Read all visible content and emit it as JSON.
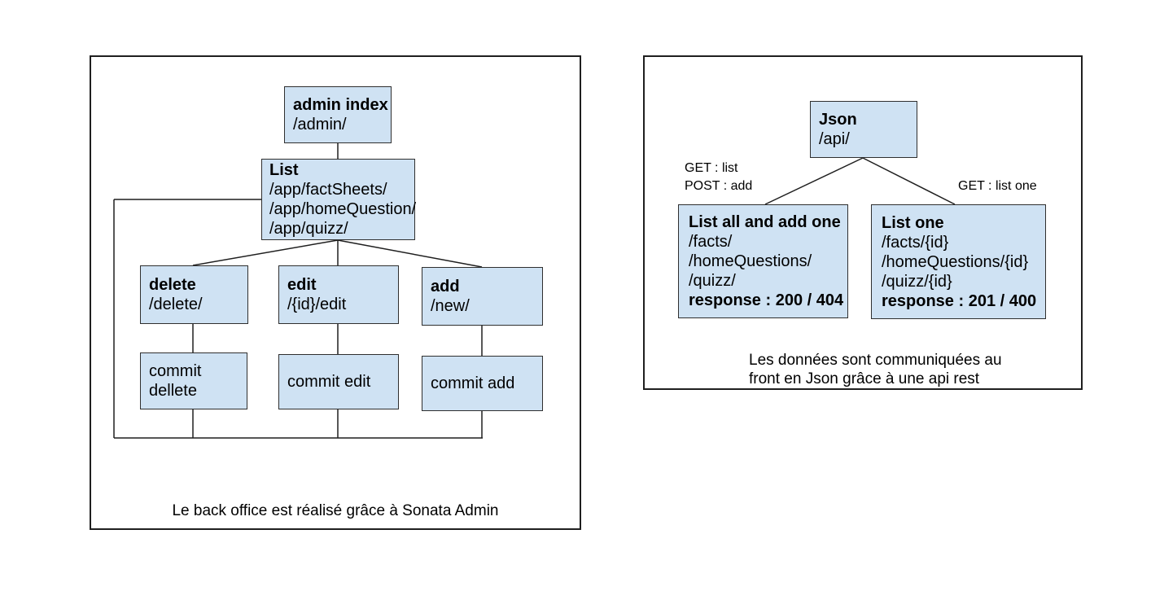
{
  "colors": {
    "node_fill": "#cfe2f3",
    "node_border": "#2f2f2f",
    "connector_line": "#1f1f1f",
    "panel_border": "#1f1f1f",
    "text": "#000000"
  },
  "left_diagram": {
    "caption": "Le back office est réalisé grâce à Sonata Admin",
    "nodes": {
      "admin_index": {
        "title": "admin index",
        "line1": "/admin/"
      },
      "list": {
        "title": "List",
        "line1": "/app/factSheets/",
        "line2": "/app/homeQuestion/",
        "line3": "/app/quizz/"
      },
      "delete": {
        "title": "delete",
        "line1": "/delete/"
      },
      "edit": {
        "title": "edit",
        "line1": "/{id}/edit"
      },
      "add": {
        "title": "add",
        "line1": "/new/"
      },
      "commit_delete": {
        "text": "commit\ndellete"
      },
      "commit_edit": {
        "text": "commit edit"
      },
      "commit_add": {
        "text": "commit add"
      }
    }
  },
  "right_diagram": {
    "caption": "Les données sont communiquées au\nfront en Json grâce à une api rest",
    "edge_labels": {
      "left": "GET : list\nPOST : add",
      "right": "GET : list one"
    },
    "nodes": {
      "json": {
        "title": "Json",
        "line1": "/api/"
      },
      "list_all": {
        "title": "List all and add one",
        "line1": "/facts/",
        "line2": "/homeQuestions/",
        "line3": "/quizz/",
        "response": "response : 200 / 404"
      },
      "list_one": {
        "title": "List one",
        "line1": "/facts/{id}",
        "line2": "/homeQuestions/{id}",
        "line3": "/quizz/{id}",
        "response": "response : 201 / 400"
      }
    }
  }
}
